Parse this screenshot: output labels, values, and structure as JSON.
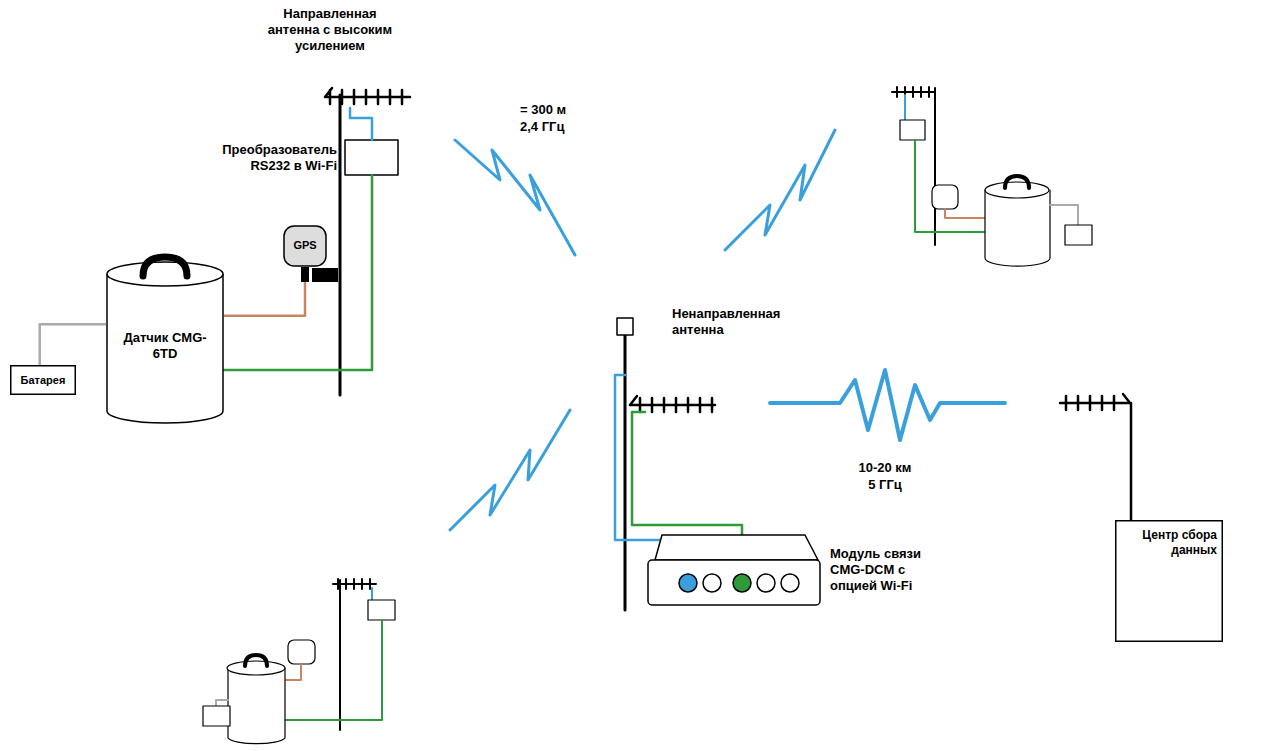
{
  "diagram": {
    "nodes": [
      {
        "text": [
          "GPS"
        ]
      },
      {
        "text": [
          "Датчик CMG-6TD"
        ]
      },
      {
        "text": [
          "Батарея"
        ]
      },
      {
        "text": [
          "Центр сбора данных"
        ]
      }
    ],
    "edges": [
      {
        "from": 2,
        "to": 1,
        "arrow": "none"
      },
      {
        "from": 1,
        "to": 0,
        "arrow": "none"
      }
    ],
    "labels": [
      "Направленная антенна с высоким усилением",
      "Преобразователь RS232 в Wi-Fi",
      "= 300 м",
      "2,4 ГГц",
      "Ненаправленная антенна",
      "10-20 км",
      "5 ГГц",
      "Модуль связи CMG-DCM с опцией Wi-Fi"
    ]
  }
}
